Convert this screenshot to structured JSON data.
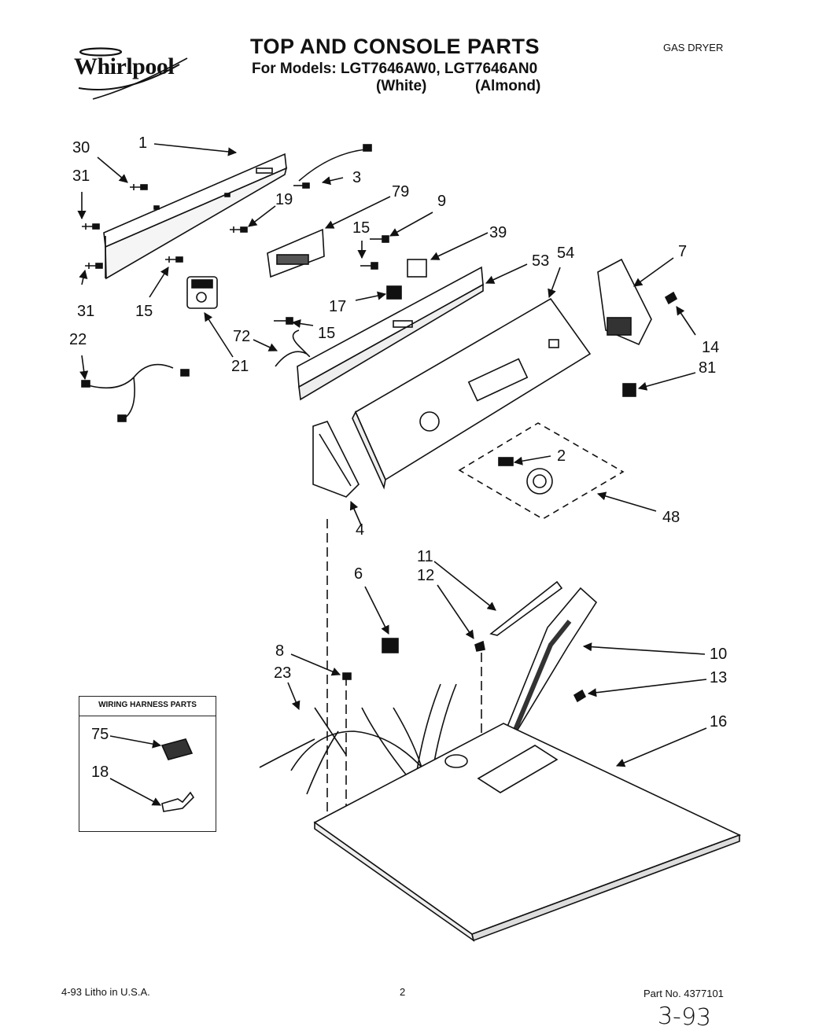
{
  "header": {
    "brand": "Whirlpool",
    "title": "TOP AND CONSOLE PARTS",
    "models_line": "For Models: LGT7646AW0, LGT7646AN0",
    "variant_white": "(White)",
    "variant_almond": "(Almond)",
    "category": "GAS DRYER"
  },
  "callouts": [
    {
      "id": "30",
      "label": "30"
    },
    {
      "id": "1",
      "label": "1"
    },
    {
      "id": "3",
      "label": "3"
    },
    {
      "id": "31a",
      "label": "31"
    },
    {
      "id": "19",
      "label": "19"
    },
    {
      "id": "79",
      "label": "79"
    },
    {
      "id": "9",
      "label": "9"
    },
    {
      "id": "15a",
      "label": "15"
    },
    {
      "id": "39",
      "label": "39"
    },
    {
      "id": "53",
      "label": "53"
    },
    {
      "id": "54",
      "label": "54"
    },
    {
      "id": "7",
      "label": "7"
    },
    {
      "id": "31b",
      "label": "31"
    },
    {
      "id": "15b",
      "label": "15"
    },
    {
      "id": "17",
      "label": "17"
    },
    {
      "id": "15c",
      "label": "15"
    },
    {
      "id": "14",
      "label": "14"
    },
    {
      "id": "22",
      "label": "22"
    },
    {
      "id": "72",
      "label": "72"
    },
    {
      "id": "21",
      "label": "21"
    },
    {
      "id": "81",
      "label": "81"
    },
    {
      "id": "2",
      "label": "2"
    },
    {
      "id": "48",
      "label": "48"
    },
    {
      "id": "4",
      "label": "4"
    },
    {
      "id": "6",
      "label": "6"
    },
    {
      "id": "11",
      "label": "11"
    },
    {
      "id": "12",
      "label": "12"
    },
    {
      "id": "8",
      "label": "8"
    },
    {
      "id": "10",
      "label": "10"
    },
    {
      "id": "23",
      "label": "23"
    },
    {
      "id": "13",
      "label": "13"
    },
    {
      "id": "16",
      "label": "16"
    },
    {
      "id": "75",
      "label": "75"
    },
    {
      "id": "18",
      "label": "18"
    }
  ],
  "harness_box": {
    "title": "WIRING HARNESS PARTS"
  },
  "footer": {
    "litho": "4-93 Litho in U.S.A.",
    "page": "2",
    "part_no": "Part No. 4377101",
    "handwritten": "3-93"
  }
}
